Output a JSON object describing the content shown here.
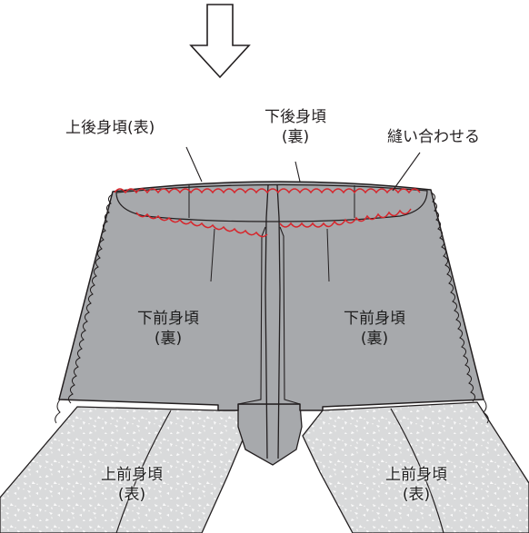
{
  "labels": {
    "upper_back_body_outside": "上後身頃(表)",
    "lower_back_body_inside_line1": "下後身頃",
    "lower_back_body_inside_line2": "(裏)",
    "sew_together": "縫い合わせる",
    "lower_front_left_line1": "下前身頃",
    "lower_front_left_line2": "(裏)",
    "lower_front_right_line1": "下前身頃",
    "lower_front_right_line2": "(裏)",
    "upper_front_left_line1": "上前身頃",
    "upper_front_left_line2": "(表)",
    "upper_front_right_line1": "上前身頃",
    "upper_front_right_line2": "(表)"
  },
  "colors": {
    "garment_fill": "#a7a9ac",
    "outline": "#231f20",
    "stitch_red": "#d7262c",
    "textured_fabric": "#d9dadb"
  },
  "icons": {
    "step_arrow": "down-arrow-outline-icon"
  }
}
